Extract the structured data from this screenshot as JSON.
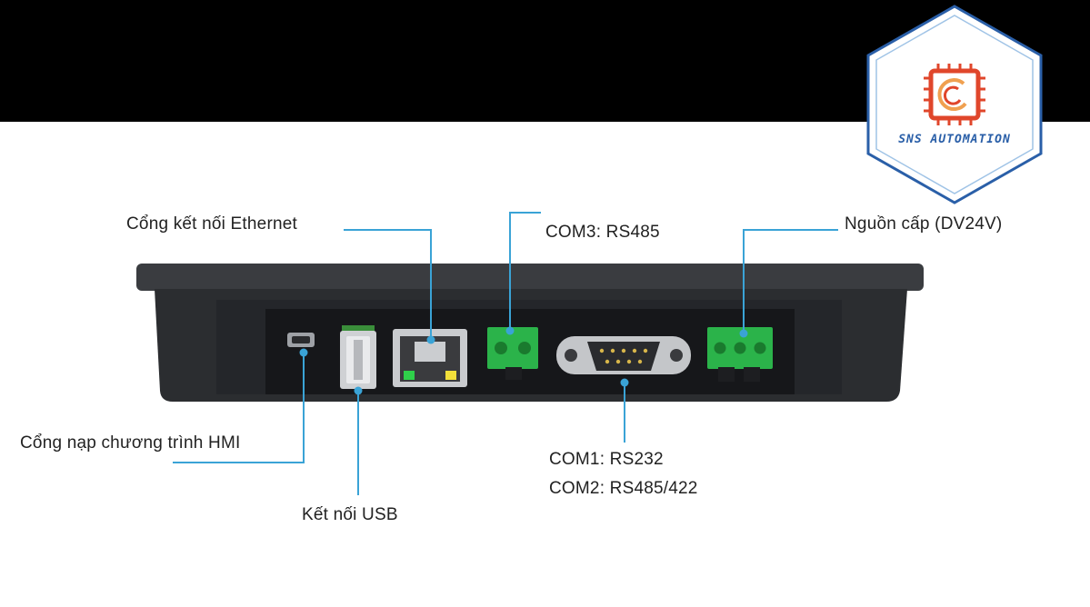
{
  "labels": {
    "ethernet": "Cổng kết nối Ethernet",
    "com3": "COM3: RS485",
    "power": "Nguồn cấp (DV24V)",
    "hmi_program": "Cổng nạp chương trình HMI",
    "usb": "Kết nối USB",
    "com1": "COM1: RS232",
    "com2": "COM2: RS485/422"
  },
  "logo": {
    "text": "SNS AUTOMATION",
    "colors": {
      "frame": "#2a5fa8",
      "chip": "#e0462b",
      "swirl": "#f0a050"
    }
  },
  "colors": {
    "leader_line": "#3aa3d6",
    "device_body": "#2b2d30",
    "port_panel": "#16171a",
    "terminal_green": "#2bb34a",
    "led_green": "#2fd04a",
    "led_yellow": "#f2e03a"
  }
}
